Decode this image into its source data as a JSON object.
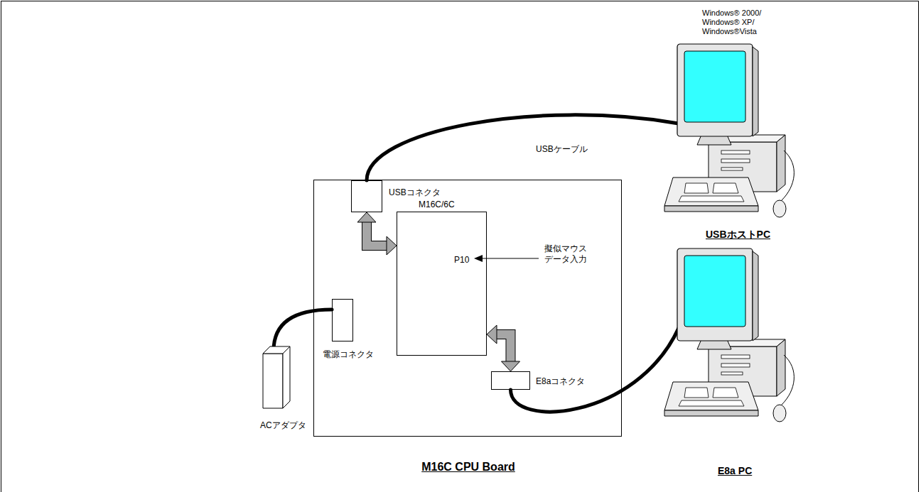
{
  "diagram": {
    "nodes": [
      {
        "text": [
          "M16C CPU Board"
        ]
      },
      {
        "text": [
          "USBコネクタ"
        ],
        "in": 0
      },
      {
        "text": [
          "M16C/6C",
          "P10"
        ],
        "in": 0
      },
      {
        "text": [
          "電源コネクタ"
        ],
        "in": 0
      },
      {
        "text": [
          "E8aコネクタ"
        ],
        "in": 0
      },
      {
        "text": [
          "ACアダプタ"
        ]
      },
      {
        "text": [
          "Windows® 2000/ Windows® XP/ Windows®Vista",
          "USBホストPC"
        ]
      },
      {
        "text": [
          "E8a PC"
        ]
      }
    ],
    "edges": [
      {
        "from": 1,
        "to": 6,
        "label": "USBケーブル",
        "arrow": "none"
      },
      {
        "from": 1,
        "to": 2,
        "arrow": "both"
      },
      {
        "from": 2,
        "to": 4,
        "arrow": "both"
      },
      {
        "from": 5,
        "to": 3,
        "arrow": "none"
      },
      {
        "from": 4,
        "to": 7,
        "arrow": "none"
      }
    ],
    "labels": [
      "擬似マウス データ入力"
    ]
  }
}
